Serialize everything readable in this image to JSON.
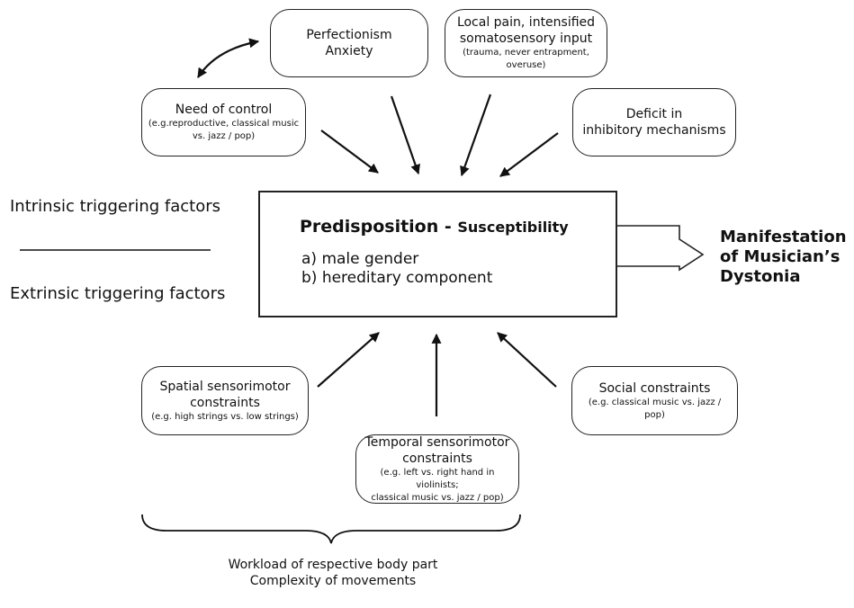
{
  "intrinsic_label": "Intrinsic triggering factors",
  "extrinsic_label": "Extrinsic triggering factors",
  "predisposition": {
    "title": "Predisposition -",
    "subtitle": "Susceptibility",
    "items": [
      "a) male gender",
      "b) hereditary component"
    ]
  },
  "outcome": {
    "line1": "Manifestation",
    "line2": "of Musician’s",
    "line3": "Dystonia"
  },
  "intrinsic_factors": {
    "perfectionism": {
      "line1": "Perfectionism",
      "line2": "Anxiety"
    },
    "local_pain": {
      "title1": "Local pain, intensified",
      "title2": "somatosensory input",
      "note1": "(trauma, never entrapment,",
      "note2": "overuse)"
    },
    "need_of_control": {
      "title": "Need of control",
      "note1": "(e.g.reproductive, classical music",
      "note2": "vs. jazz / pop)"
    },
    "deficit": {
      "line1": "Deficit in",
      "line2": "inhibitory mechanisms"
    }
  },
  "extrinsic_factors": {
    "spatial": {
      "title1": "Spatial sensorimotor",
      "title2": "constraints",
      "note": "(e.g. high strings vs. low strings)"
    },
    "temporal": {
      "title1": "Temporal sensorimotor",
      "title2": "constraints",
      "note1": "(e.g. left vs. right hand in violinists;",
      "note2": "classical music vs. jazz / pop)"
    },
    "social": {
      "title": "Social constraints",
      "note": "(e.g. classical music vs. jazz / pop)"
    }
  },
  "bottom": {
    "line1": "Workload of respective body part",
    "line2": "Complexity of movements"
  }
}
